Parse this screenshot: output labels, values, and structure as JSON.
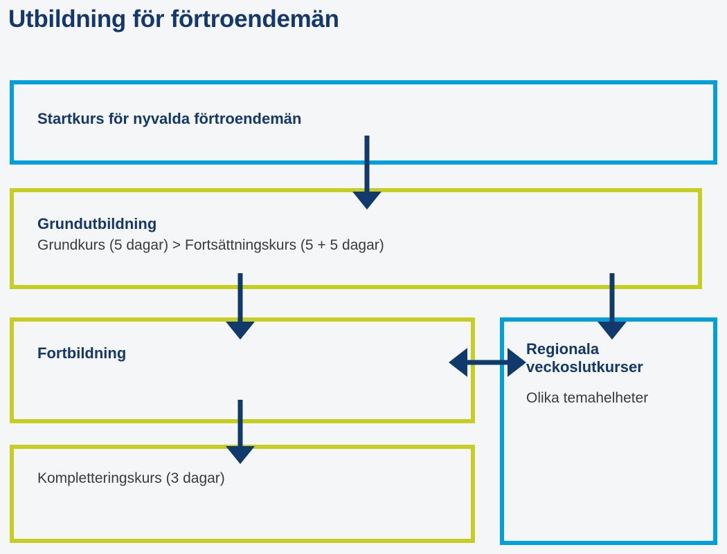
{
  "page": {
    "title": "Utbildning för förtroendemän",
    "background_color": "#f4f6f7",
    "navy": "#14376d",
    "blue": "#00a0dd",
    "olive": "#c6cd23",
    "arrow_color": "#103a6b",
    "body_text_color": "#3a3a3a"
  },
  "diagram": {
    "type": "flowchart",
    "nodes": [
      {
        "id": "startkurs",
        "title": "Startkurs för nyvalda förtroendemän",
        "subtitle": "",
        "border_color": "#00a0dd",
        "border_style": "blue"
      },
      {
        "id": "grundutbildning",
        "title": "Grundutbildning",
        "subtitle": "Grundkurs (5 dagar) > Fortsättningskurs (5 + 5 dagar)",
        "border_color": "#c6cd23",
        "border_style": "olive"
      },
      {
        "id": "fortbildning",
        "title": "Fortbildning",
        "subtitle": "",
        "border_color": "#c6cd23",
        "border_style": "olive"
      },
      {
        "id": "regionala",
        "title": "Regionala\nveckoslutkurser",
        "subtitle": "Olika temahelheter",
        "border_color": "#00a0dd",
        "border_style": "blue"
      },
      {
        "id": "kompletteringskurs",
        "title": "",
        "subtitle": "Kompletteringskurs (3 dagar)",
        "border_color": "#c6cd23",
        "border_style": "olive"
      }
    ],
    "edges": [
      {
        "from": "startkurs",
        "to": "grundutbildning",
        "direction": "down"
      },
      {
        "from": "grundutbildning",
        "to": "fortbildning",
        "direction": "down"
      },
      {
        "from": "grundutbildning",
        "to": "regionala",
        "direction": "down"
      },
      {
        "from": "fortbildning",
        "to": "kompletteringskurs",
        "direction": "down"
      },
      {
        "from": "fortbildning",
        "to": "regionala",
        "direction": "both"
      }
    ]
  }
}
